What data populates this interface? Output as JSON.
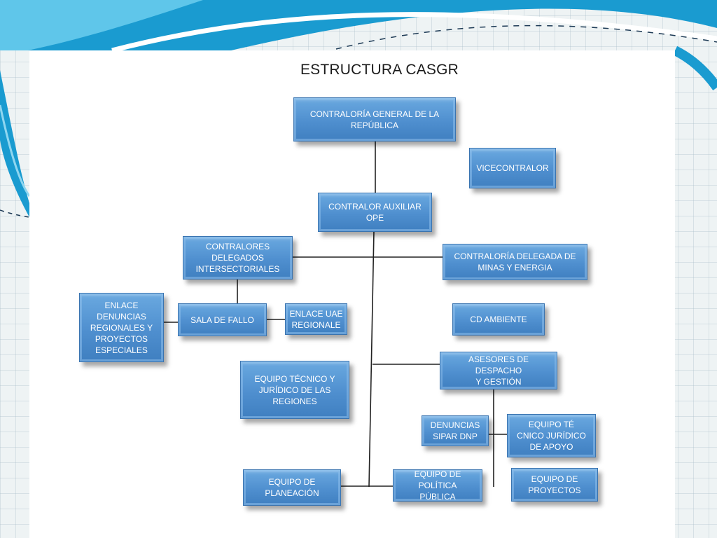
{
  "title": "ESTRUCTURA CASGR",
  "colors": {
    "box": "#4f8fcf",
    "box_border": "#3a74b0",
    "connector": "#222222",
    "swoosh": "#1e9fd0"
  },
  "nodes": {
    "contraloria_general": "CONTRALORÍA GENERAL  DE  LA\nREPÚBLICA",
    "vicecontralor": "VICECONTRALOR",
    "contralor_auxiliar": "CONTRALOR AUXILIAR\nOPE",
    "contralores_delegados": "CONTRALORES\nDELEGADOS\nINTERSECTORIALES",
    "contraloria_delegada_minas": "CONTRALORÍA DELEGADA DE\nMINAS Y ENERGIA",
    "enlace_denuncias": "ENLACE\nDENUNCIAS\nREGIONALES Y\nPROYECTOS\nESPECIALES",
    "sala_de_fallo": "SALA DE FALLO",
    "enlace_uae": "ENLACE UAE\nREGIONALE",
    "cd_ambiente": "CD AMBIENTE",
    "asesores_despacho": "ASESORES DE DESPACHO\nY GESTIÓN",
    "equipo_tecnico_regiones": "EQUIPO TÉCNICO Y\nJURÍDICO DE LAS\nREGIONES",
    "denuncias_sipar": "DENUNCIAS\nSIPAR    DNP",
    "equipo_tecnico_apoyo": "EQUIPO TÉ\nCNICO JURÍDICO\nDE APOYO",
    "equipo_planeacion": "EQUIPO DE\nPLANEACIÓN",
    "equipo_politica": "EQUIPO DE\nPOLÍTICA PÚBLICA",
    "equipo_proyectos": "EQUIPO DE\nPROYECTOS"
  }
}
